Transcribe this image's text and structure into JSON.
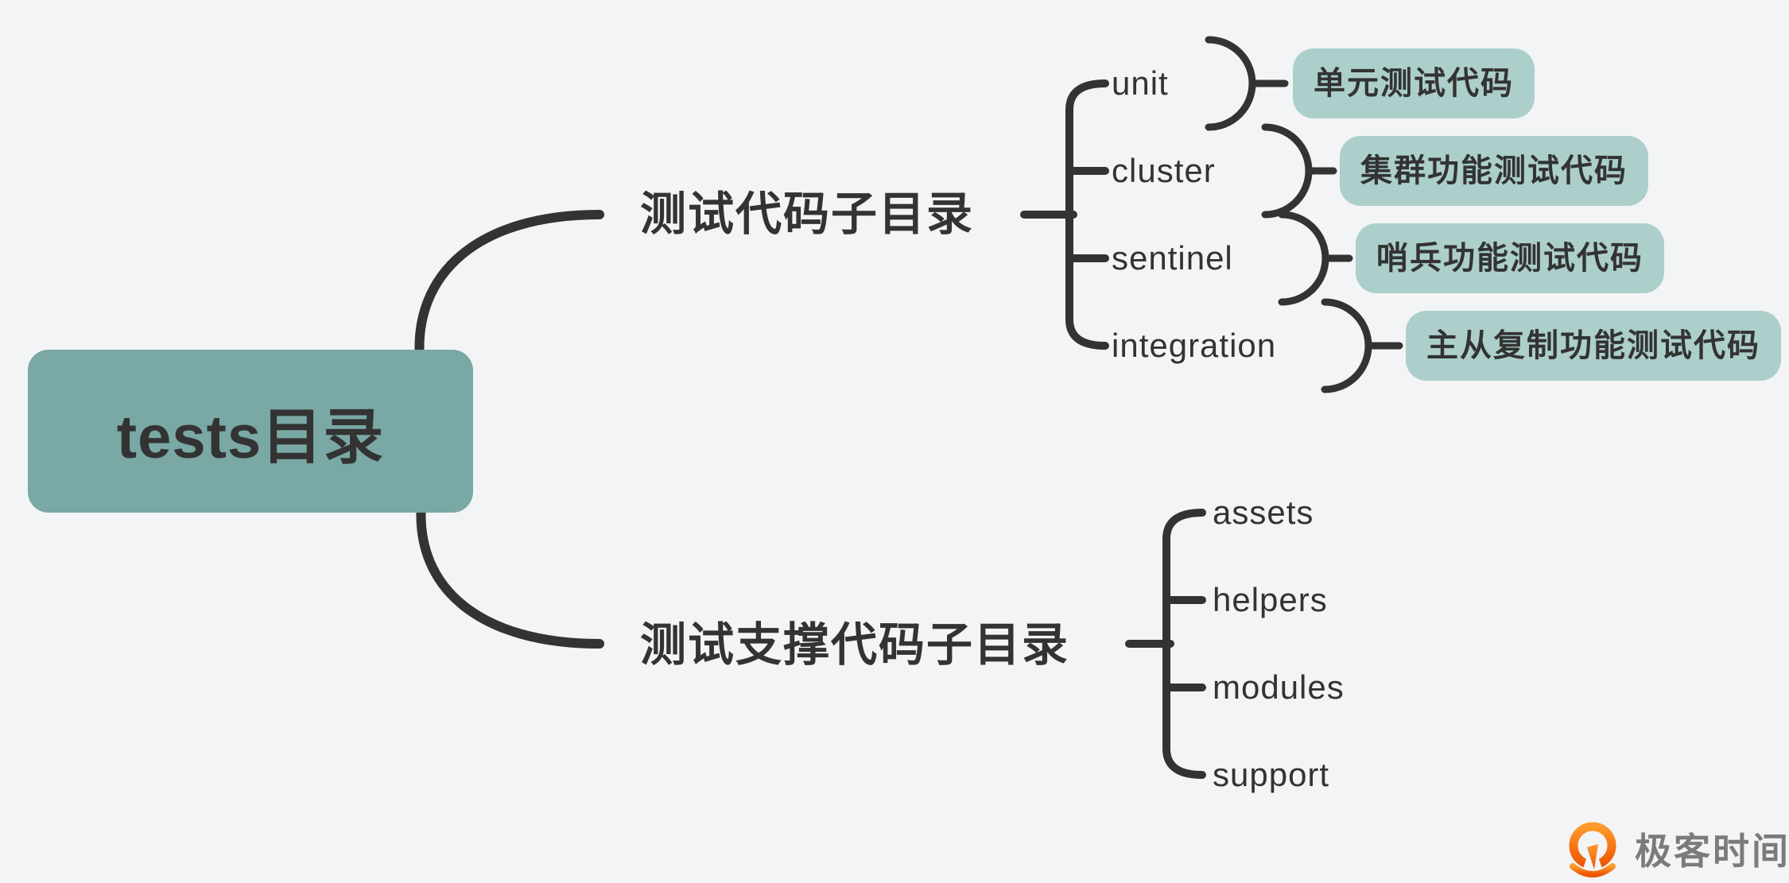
{
  "colors": {
    "bg": "#f2f4f5",
    "ink": "#333333",
    "root-fill": "#79a8a5",
    "child-fill": "#accfcb",
    "logo-orange-1": "#ff9b2a",
    "logo-orange-2": "#ee5606",
    "logo-text": "#7b7b7b"
  },
  "root": {
    "label": "tests目录"
  },
  "branches": [
    {
      "label": "测试代码子目录",
      "children": [
        {
          "label": "unit",
          "note": "单元测试代码"
        },
        {
          "label": "cluster",
          "note": "集群功能测试代码"
        },
        {
          "label": "sentinel",
          "note": "哨兵功能测试代码"
        },
        {
          "label": "integration",
          "note": "主从复制功能测试代码"
        }
      ]
    },
    {
      "label": "测试支撑代码子目录",
      "children": [
        {
          "label": "assets"
        },
        {
          "label": "helpers"
        },
        {
          "label": "modules"
        },
        {
          "label": "support"
        }
      ]
    }
  ],
  "watermark": {
    "icon": "geektime-logo",
    "text": "极客时间"
  }
}
